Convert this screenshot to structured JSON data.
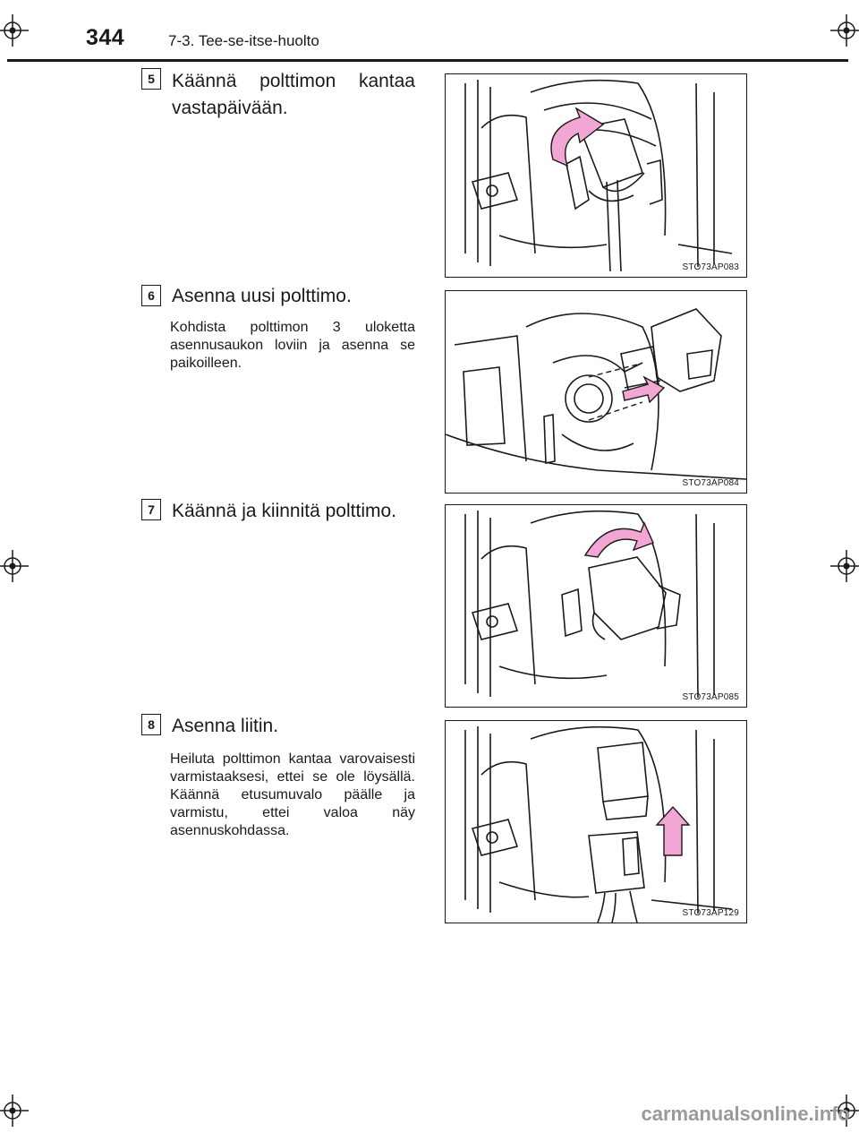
{
  "header": {
    "page_number": "344",
    "section_title": "7-3. Tee-se-itse-huolto"
  },
  "steps": [
    {
      "number": "5",
      "title_line1": "Käännä polttimon kantaa",
      "title_line2": "vastapäivään.",
      "description": "",
      "figure_code": "STO73AP083"
    },
    {
      "number": "6",
      "title_line1": "Asenna uusi polttimo.",
      "description": "Kohdista polttimon 3 uloketta asennusaukon loviin ja asenna se paikoilleen.",
      "figure_code": "STO73AP084"
    },
    {
      "number": "7",
      "title_line1": "Käännä ja kiinnitä polttimo.",
      "description": "",
      "figure_code": "STO73AP085"
    },
    {
      "number": "8",
      "title_line1": "Asenna liitin.",
      "description": "Heiluta polttimon kantaa varo­vaisesti varmistaaksesi, ettei se ole löysällä. Käännä etusumu­valo päälle ja varmistu, ettei valoa näy asennuskohdassa.",
      "figure_code": "STO73AP129"
    }
  ],
  "footer": {
    "watermark": "carmanualsonline.info"
  },
  "colors": {
    "arrow_pink": "#f2a6d4",
    "line": "#1a1a1a"
  }
}
